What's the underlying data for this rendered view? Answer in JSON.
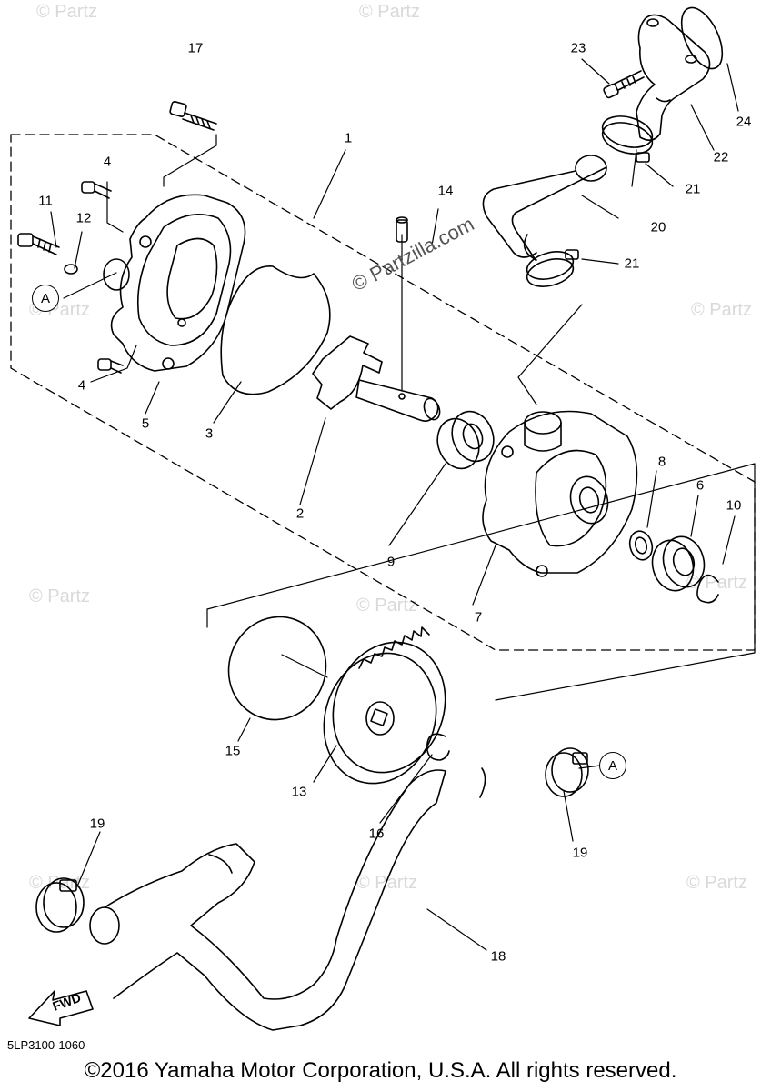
{
  "watermarks": {
    "brand": "© Partzilla.com",
    "short": "© Partz",
    "center": "© Partzilla.com"
  },
  "callouts": {
    "p1": "1",
    "p2": "2",
    "p3": "3",
    "p4a": "4",
    "p4b": "4",
    "p5": "5",
    "p6": "6",
    "p7": "7",
    "p8": "8",
    "p9": "9",
    "p10": "10",
    "p11": "11",
    "p12": "12",
    "p13": "13",
    "p14": "14",
    "p15": "15",
    "p16": "16",
    "p17": "17",
    "p18": "18",
    "p19a": "19",
    "p19b": "19",
    "p20": "20",
    "p21a": "21",
    "p21b": "21",
    "p22": "22",
    "p23": "23",
    "p24": "24",
    "refA1": "A",
    "refA2": "A"
  },
  "fwd": "FWD",
  "drawing_code": "5LP3100-1060",
  "copyright": "©2016 Yamaha Motor Corporation, U.S.A. All rights reserved."
}
